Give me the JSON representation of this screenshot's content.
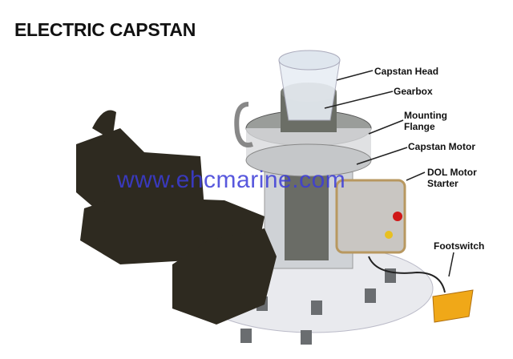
{
  "title": "ELECTRIC CAPSTAN",
  "labels": {
    "capstan_head": "Capstan Head",
    "gearbox": "Gearbox",
    "mounting_flange_1": "Mounting",
    "mounting_flange_2": "Flange",
    "capstan_motor": "Capstan Motor",
    "dol_starter_1": "DOL Motor",
    "dol_starter_2": "Starter",
    "footswitch": "Footswitch"
  },
  "watermark": "www.ehcmarine.com",
  "colors": {
    "watermark": "#3c3cd8",
    "chock": "#2e2a20",
    "button": "#d01818",
    "footswitch": "#f0a818"
  }
}
